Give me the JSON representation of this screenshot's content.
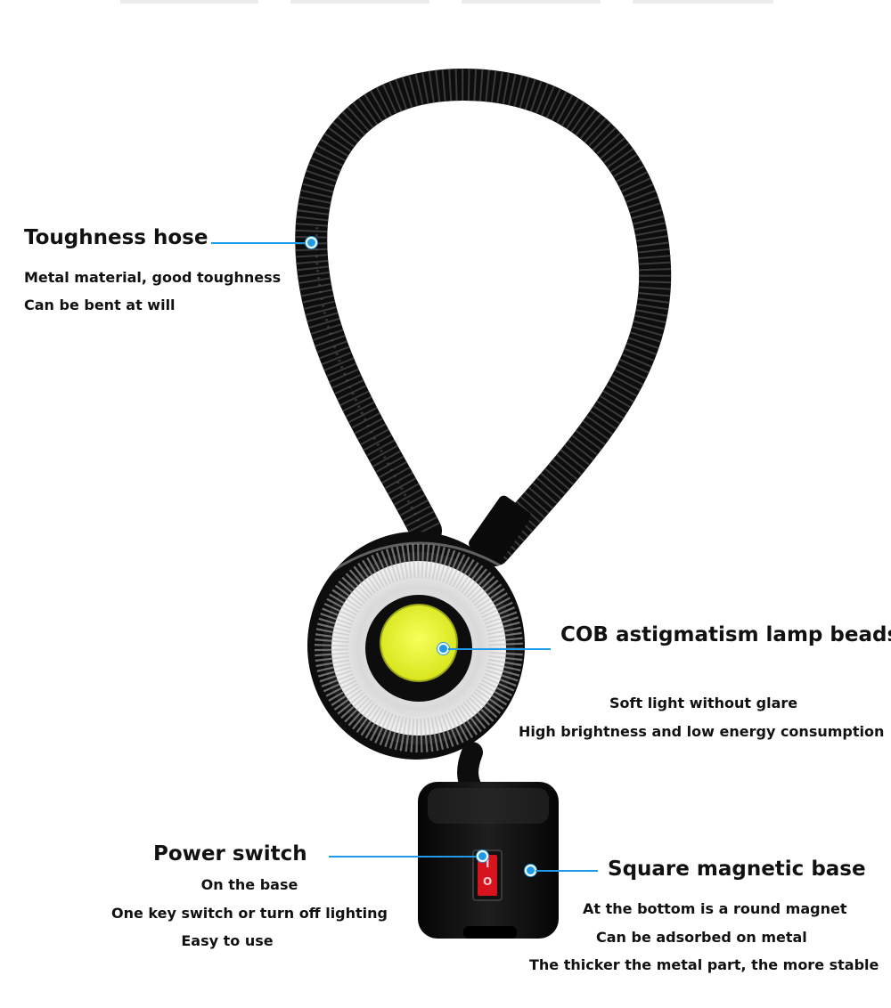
{
  "colors": {
    "leader": "#1e9be8",
    "lamp_body": "#0d0d0d",
    "cob_chip": "#e9f52a",
    "switch": "#d7141e",
    "reflector": "#e6e6e6"
  },
  "callouts": {
    "hose": {
      "title": "Toughness hose",
      "lines": [
        "Metal material, good toughness",
        "Can be bent at will"
      ]
    },
    "beads": {
      "title": "COB astigmatism lamp beads",
      "lines": [
        "Soft light without glare",
        "High brightness and low energy consumption"
      ]
    },
    "switch": {
      "title": "Power switch",
      "lines": [
        "On the base",
        "One key switch or turn off lighting",
        "Easy to use"
      ]
    },
    "base": {
      "title": "Square magnetic base",
      "lines": [
        "At the bottom is a round magnet",
        "Can be adsorbed on metal",
        "The thicker the metal part, the more stable"
      ]
    }
  },
  "switch_symbols": {
    "on": "I",
    "off": "O"
  }
}
